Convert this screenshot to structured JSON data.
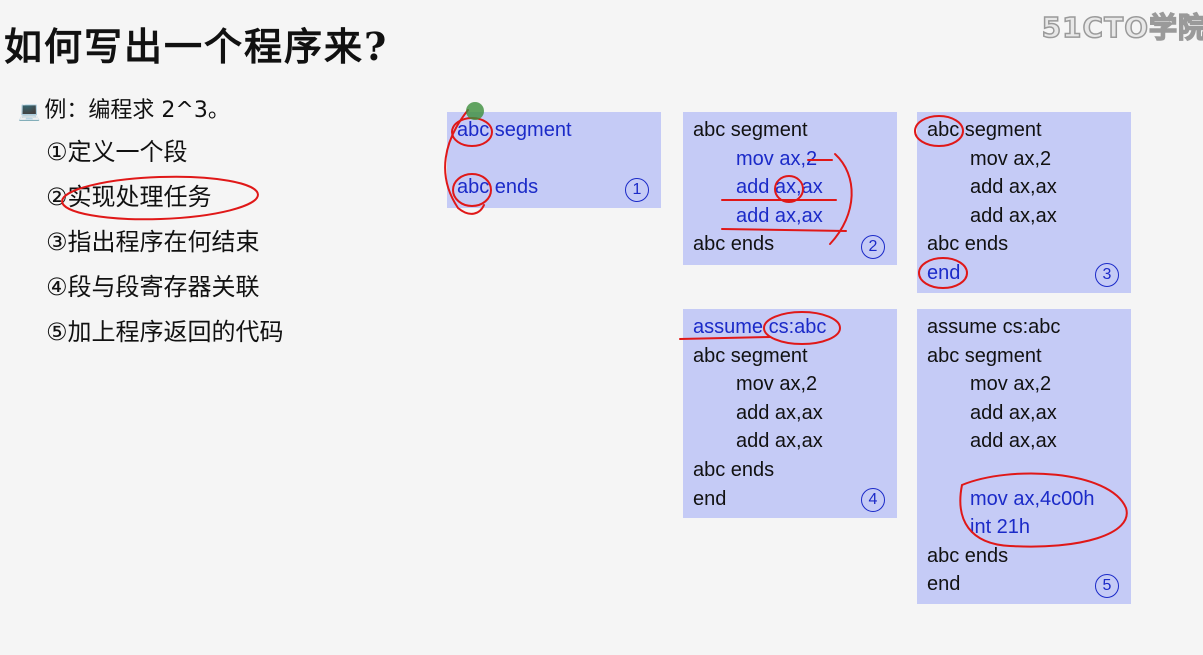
{
  "title": "如何写出一个程序来?",
  "watermark": "51CTO学院",
  "example": {
    "bullet": "💻",
    "text": "例：编程求 2^3。"
  },
  "steps": [
    "①定义一个段",
    "②实现处理任务",
    "③指出程序在何结束",
    "④段与段寄存器关联",
    "⑤加上程序返回的代码"
  ],
  "boxes": [
    {
      "number": "①",
      "lines": [
        {
          "text": "abc segment",
          "indent": false,
          "blue": true
        },
        {
          "text": "",
          "indent": false,
          "blue": false
        },
        {
          "text": "abc ends",
          "indent": false,
          "blue": true
        }
      ]
    },
    {
      "number": "②",
      "lines": [
        {
          "text": "abc segment",
          "indent": false,
          "blue": false
        },
        {
          "text": "mov ax,2",
          "indent": true,
          "blue": true
        },
        {
          "text": "add ax,ax",
          "indent": true,
          "blue": true
        },
        {
          "text": "add ax,ax",
          "indent": true,
          "blue": true
        },
        {
          "text": "abc ends",
          "indent": false,
          "blue": false
        }
      ]
    },
    {
      "number": "③",
      "lines": [
        {
          "text": "abc segment",
          "indent": false,
          "blue": false
        },
        {
          "text": "mov ax,2",
          "indent": true,
          "blue": false
        },
        {
          "text": "add ax,ax",
          "indent": true,
          "blue": false
        },
        {
          "text": "add ax,ax",
          "indent": true,
          "blue": false
        },
        {
          "text": "abc ends",
          "indent": false,
          "blue": false
        },
        {
          "text": "end",
          "indent": false,
          "blue": true
        }
      ]
    },
    {
      "number": "④",
      "lines": [
        {
          "text": "assume cs:abc",
          "indent": false,
          "blue": true
        },
        {
          "text": "abc segment",
          "indent": false,
          "blue": false
        },
        {
          "text": "mov ax,2",
          "indent": true,
          "blue": false
        },
        {
          "text": "add ax,ax",
          "indent": true,
          "blue": false
        },
        {
          "text": "add ax,ax",
          "indent": true,
          "blue": false
        },
        {
          "text": "abc ends",
          "indent": false,
          "blue": false
        },
        {
          "text": "end",
          "indent": false,
          "blue": false
        }
      ]
    },
    {
      "number": "⑤",
      "lines": [
        {
          "text": "assume cs:abc",
          "indent": false,
          "blue": false
        },
        {
          "text": "abc segment",
          "indent": false,
          "blue": false
        },
        {
          "text": "mov ax,2",
          "indent": true,
          "blue": false
        },
        {
          "text": "add ax,ax",
          "indent": true,
          "blue": false
        },
        {
          "text": "add ax,ax",
          "indent": true,
          "blue": false
        },
        {
          "text": "",
          "indent": false,
          "blue": false
        },
        {
          "text": "mov ax,4c00h",
          "indent": true,
          "blue": true
        },
        {
          "text": "int 21h",
          "indent": true,
          "blue": true
        },
        {
          "text": "abc ends",
          "indent": false,
          "blue": false
        },
        {
          "text": "end",
          "indent": false,
          "blue": false
        }
      ]
    }
  ]
}
